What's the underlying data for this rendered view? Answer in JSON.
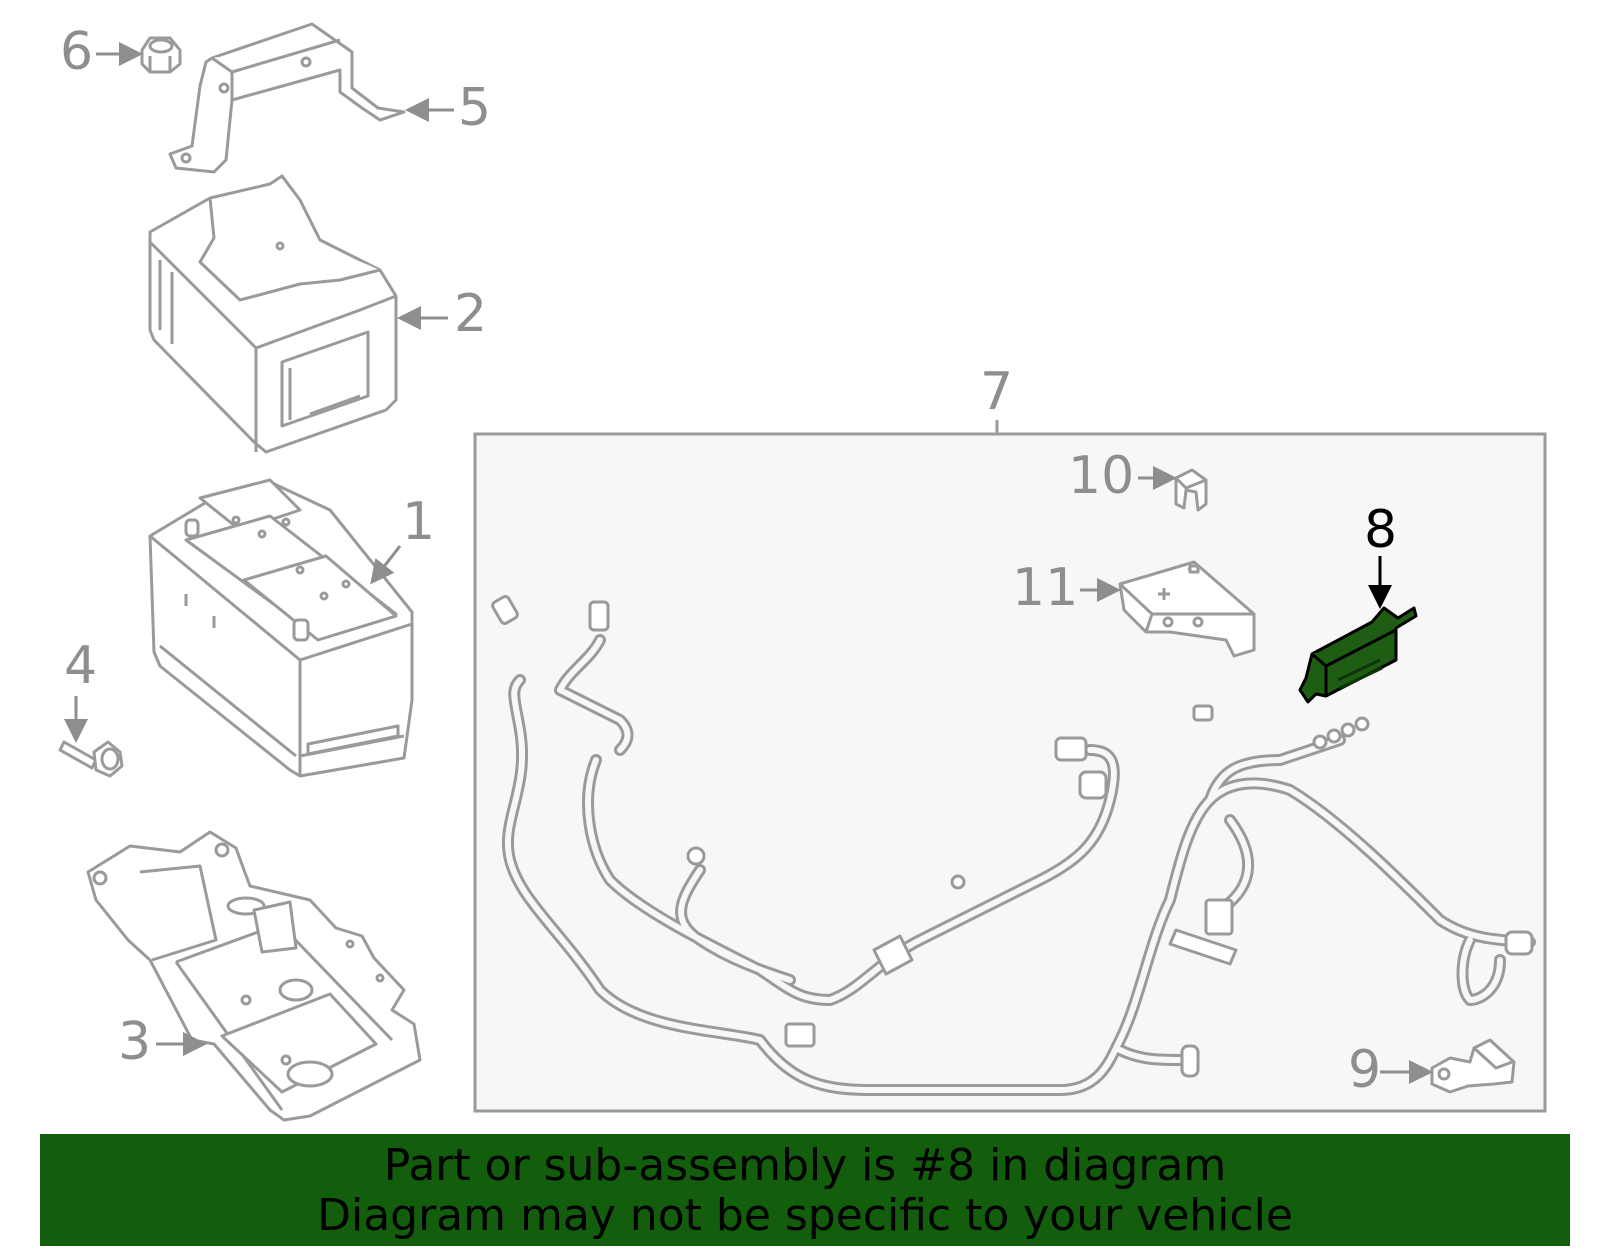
{
  "callouts": {
    "c1": "1",
    "c2": "2",
    "c3": "3",
    "c4": "4",
    "c5": "5",
    "c6": "6",
    "c7": "7",
    "c8": "8",
    "c9": "9",
    "c10": "10",
    "c11": "11"
  },
  "highlight": {
    "callout": "8",
    "part_color": "#1f5c14"
  },
  "colors": {
    "outline": "#9a9a9a",
    "label": "#8e8e8e",
    "banner_bg": "#125e0c",
    "banner_text": "#000000",
    "box_bg": "#f7f7f7"
  },
  "banner": {
    "line1": "Part or sub-assembly is #8 in diagram",
    "line2": "Diagram may not be specific to your vehicle"
  }
}
